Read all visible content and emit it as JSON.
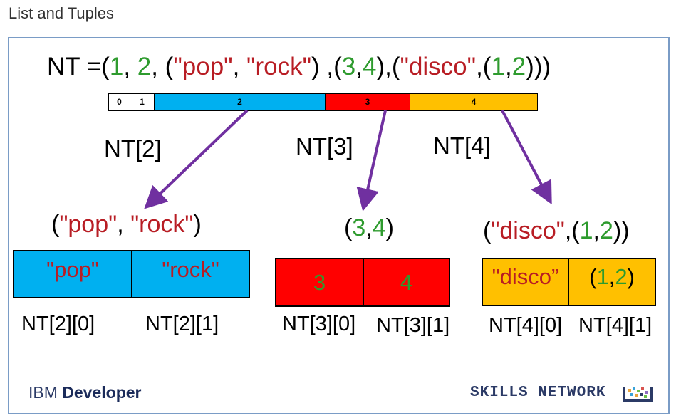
{
  "header": {
    "title": "List and Tuples"
  },
  "code": {
    "prefix": "NT =(",
    "v1": "1",
    "c1": ", ",
    "v2": "2",
    "c2": ", (",
    "pop": "\"pop\"",
    "c3": ", ",
    "rock": "\"rock\"",
    "c4": ") ,(",
    "v3": "3",
    "c5": ",",
    "v4": "4",
    "c6": "),(",
    "disco": "\"disco\"",
    "c7": ",(",
    "v5": "1",
    "c8": ",",
    "v6": "2",
    "c9": ")))"
  },
  "index_strip": [
    {
      "label": "0",
      "color": "#ffffff"
    },
    {
      "label": "1",
      "color": "#ffffff"
    },
    {
      "label": "2",
      "color": "#00b0f0"
    },
    {
      "label": "3",
      "color": "#ff0000"
    },
    {
      "label": "4",
      "color": "#ffc000"
    }
  ],
  "labels": {
    "nt2": "NT[2]",
    "nt3": "NT[3]",
    "nt4": "NT[4]"
  },
  "tuple_captions": {
    "pop_rock": {
      "open": "(",
      "pop": "\"pop\"",
      "sep": ", ",
      "rock": "\"rock\"",
      "close": ")"
    },
    "three_four": {
      "open": "(",
      "a": "3",
      "sep": ",",
      "b": "4",
      "close": ")"
    },
    "disco_pair": {
      "open": "(",
      "disco": "\"disco\"",
      "sep1": ",(",
      "a": "1",
      "sep2": ",",
      "b": "2",
      "close": "))"
    }
  },
  "boxes": {
    "nt2": {
      "cell0": "\"pop\"",
      "cell1": "\"rock\"",
      "color": "#00b0f0"
    },
    "nt3": {
      "cell0": "3",
      "cell1": "4",
      "color": "#ff0000"
    },
    "nt4": {
      "cell0": "\"disco”",
      "cell1_open": "(",
      "cell1_a": "1",
      "cell1_sep": ",",
      "cell1_b": "2",
      "cell1_close": ")",
      "color": "#ffc000"
    }
  },
  "sub_labels": {
    "nt2_0": "NT[2][0]",
    "nt2_1": "NT[2][1]",
    "nt3_0": "NT[3][0]",
    "nt3_1": "NT[3][1]",
    "nt4_0": "NT[4][0]",
    "nt4_1": "NT[4][1]"
  },
  "footer": {
    "ibm_light": "IBM ",
    "ibm_bold": "Developer",
    "skills": "SKILLS NETWORK"
  },
  "colors": {
    "green": "#2e9b2e",
    "red_text": "#b81d24",
    "arrow": "#7030a0"
  }
}
